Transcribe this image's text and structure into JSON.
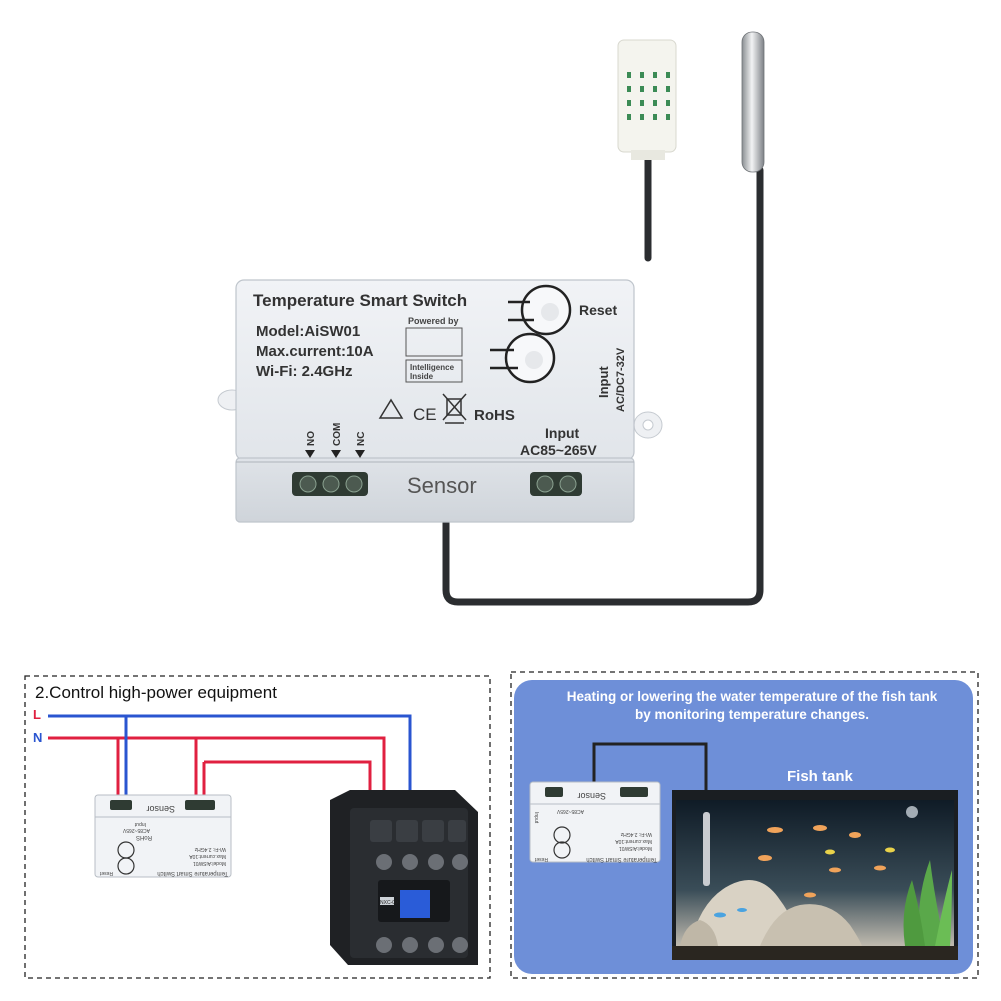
{
  "device": {
    "title": "Temperature Smart Switch",
    "model": "Model:AiSW01",
    "max_current": "Max.current:10A",
    "wifi": "Wi-Fi: 2.4GHz",
    "powered_by": "Powered by",
    "intelligence_line1": "Intelligence",
    "intelligence_line2": "Inside",
    "reset_label": "Reset",
    "input_right_label": "Input",
    "input_right_range": "AC/DC7-32V",
    "input_ac_label": "Input",
    "input_ac_range": "AC85~265V",
    "terminal_no": "NO",
    "terminal_com": "COM",
    "terminal_nc": "NC",
    "sensor_label": "Sensor",
    "cert_ce": "CE",
    "cert_rohs": "RoHS"
  },
  "panel_left": {
    "title": "2.Control high-power equipment",
    "line_l": "L",
    "line_n": "N",
    "color_live": "#e02040",
    "color_neutral": "#2a55d0",
    "small_device_sensor": "Sensor",
    "small_device_input": "Input",
    "small_device_range": "AC85~265V",
    "small_device_title": "Temperature Smart Switch",
    "small_device_model": "Model:AiSW01",
    "small_device_current": "Max.current:10A",
    "small_device_wifi": "Wi-Fi: 2.4GHz",
    "small_device_reset": "Reset",
    "small_device_rohs": "RoHS",
    "contactor_label": "NXC-09"
  },
  "panel_right": {
    "caption_line1": "Heating or lowering the water temperature of the fish tank",
    "caption_line2": "by monitoring temperature changes.",
    "tank_label": "Fish tank",
    "background_color": "#6e8fd8",
    "small_device_sensor": "Sensor",
    "small_device_range": "AC85~265V",
    "small_device_title": "Temperature Smart Switch",
    "small_device_model": "Model:AiSW01",
    "small_device_current": "Max.current:10A",
    "small_device_wifi": "Wi-Fi: 2.4GHz",
    "small_device_reset": "Reset",
    "small_device_input": "Input"
  }
}
